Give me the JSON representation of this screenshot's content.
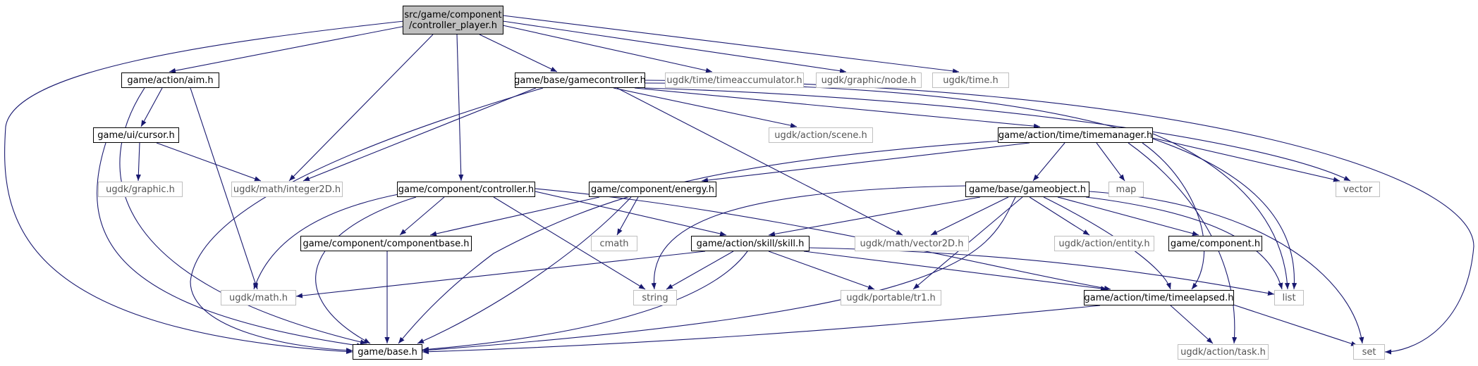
{
  "colors": {
    "edge": "#191970",
    "external_border": "#bfbfbf",
    "root_fill": "#bfbfbf",
    "background": "#ffffff"
  },
  "nodes": {
    "root_line1": "src/game/component",
    "root_line2": "/controller_player.h",
    "aim": "game/action/aim.h",
    "gamecontroller": "game/base/gamecontroller.h",
    "timeaccumulator": "ugdk/time/timeaccumulator.h",
    "graphic_node": "ugdk/graphic/node.h",
    "time": "ugdk/time.h",
    "cursor": "game/ui/cursor.h",
    "action_scene": "ugdk/action/scene.h",
    "timemanager": "game/action/time/timemanager.h",
    "graphic": "ugdk/graphic.h",
    "integer2d": "ugdk/math/integer2D.h",
    "controller": "game/component/controller.h",
    "energy": "game/component/energy.h",
    "gameobject": "game/base/gameobject.h",
    "map": "map",
    "vector": "vector",
    "componentbase": "game/component/componentbase.h",
    "cmath": "cmath",
    "skill": "game/action/skill/skill.h",
    "vector2d": "ugdk/math/vector2D.h",
    "entity": "ugdk/action/entity.h",
    "component": "game/component.h",
    "math": "ugdk/math.h",
    "string": "string",
    "tr1": "ugdk/portable/tr1.h",
    "timeelapsed": "game/action/time/timeelapsed.h",
    "list": "list",
    "base": "game/base.h",
    "task": "ugdk/action/task.h",
    "set": "set"
  }
}
